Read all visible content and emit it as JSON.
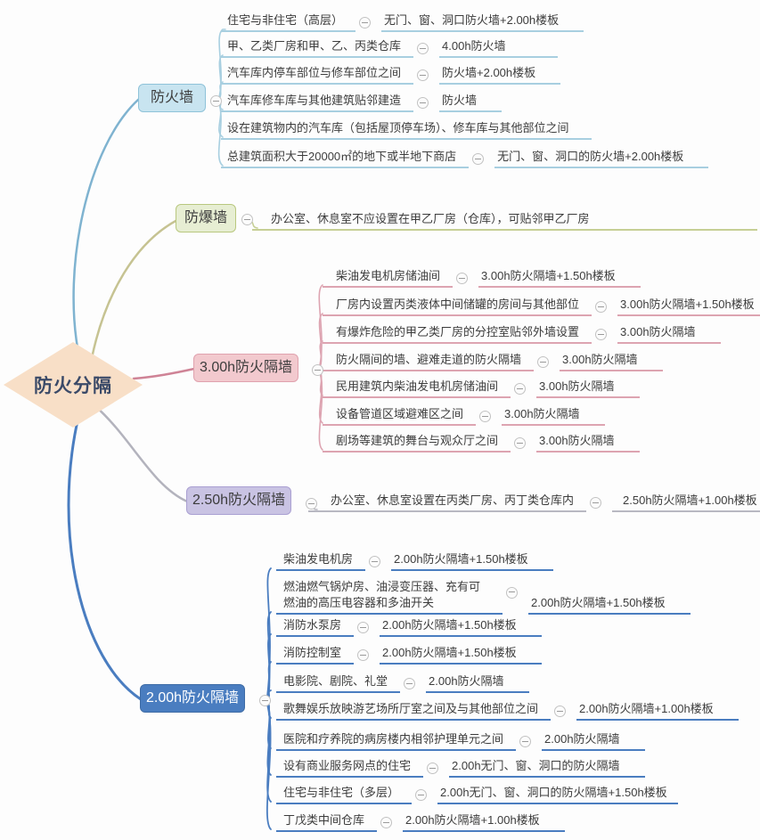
{
  "root": {
    "label": "防火分隔"
  },
  "palette": {
    "root_fill": "#f8dfc7",
    "root_text": "#3b4a68",
    "branch1_line": "#7fb3d0",
    "branch1_fill": "#c8e4f0",
    "branch2_line": "#c6c392",
    "branch2_fill": "#e7eed3",
    "branch3_line": "#cf8396",
    "branch3_fill": "#f2c9ce",
    "branch4_line": "#b3b3bd",
    "branch4_fill": "#c9c3e3",
    "branch5_line": "#4a7dc0",
    "branch5_fill": "#4a7dc0"
  },
  "branches": [
    {
      "label": "防火墙",
      "children": [
        {
          "label": "住宅与非住宅（高层）",
          "value": "无门、窗、洞口防火墙+2.00h楼板"
        },
        {
          "label": "甲、乙类厂房和甲、乙、丙类仓库",
          "value": "4.00h防火墙"
        },
        {
          "label": "汽车库内停车部位与修车部位之间",
          "value": "防火墙+2.00h楼板"
        },
        {
          "label": "汽车库修车库与其他建筑贴邻建造",
          "value": "防火墙"
        },
        {
          "label": "设在建筑物内的汽车库（包括屋顶停车场）、修车库与其他部位之间"
        },
        {
          "label": "总建筑面积大于20000㎡的地下或半地下商店",
          "value": "无门、窗、洞口的防火墙+2.00h楼板"
        }
      ]
    },
    {
      "label": "防爆墙",
      "children": [
        {
          "label": "办公室、休息室不应设置在甲乙厂房（仓库），可贴邻甲乙厂房"
        }
      ]
    },
    {
      "label": "3.00h防火隔墙",
      "children": [
        {
          "label": "柴油发电机房储油间",
          "value": "3.00h防火隔墙+1.50h楼板"
        },
        {
          "label": "厂房内设置丙类液体中间储罐的房间与其他部位",
          "value": "3.00h防火隔墙+1.50h楼板"
        },
        {
          "label": "有爆炸危险的甲乙类厂房的分控室贴邻外墙设置",
          "value": "3.00h防火隔墙"
        },
        {
          "label": "防火隔间的墙、避难走道的防火隔墙",
          "value": "3.00h防火隔墙"
        },
        {
          "label": "民用建筑内柴油发电机房储油间",
          "value": "3.00h防火隔墙"
        },
        {
          "label": "设备管道区域避难区之间",
          "value": "3.00h防火隔墙"
        },
        {
          "label": "剧场等建筑的舞台与观众厅之间",
          "value": "3.00h防火隔墙"
        }
      ]
    },
    {
      "label": "2.50h防火隔墙",
      "children": [
        {
          "label": "办公室、休息室设置在丙类厂房、丙丁类仓库内",
          "value": "2.50h防火隔墙+1.00h楼板"
        }
      ]
    },
    {
      "label": "2.00h防火隔墙",
      "children": [
        {
          "label": "柴油发电机房",
          "value": "2.00h防火隔墙+1.50h楼板"
        },
        {
          "label_line1": "燃油燃气锅炉房、油浸变压器、充有可",
          "label_line2": "燃油的高压电容器和多油开关",
          "value": "2.00h防火隔墙+1.50h楼板"
        },
        {
          "label": "消防水泵房",
          "value": "2.00h防火隔墙+1.50h楼板"
        },
        {
          "label": "消防控制室",
          "value": "2.00h防火隔墙+1.50h楼板"
        },
        {
          "label": "电影院、剧院、礼堂",
          "value": "2.00h防火隔墙"
        },
        {
          "label": "歌舞娱乐放映游艺场所厅室之间及与其他部位之间",
          "value": "2.00h防火隔墙+1.00h楼板"
        },
        {
          "label": "医院和疗养院的病房楼内相邻护理单元之间",
          "value": "2.00h防火隔墙"
        },
        {
          "label": "设有商业服务网点的住宅",
          "value": "2.00h无门、窗、洞口的防火隔墙"
        },
        {
          "label": "住宅与非住宅（多层）",
          "value": "2.00h无门、窗、洞口的防火隔墙+1.50h楼板"
        },
        {
          "label": "丁戊类中间仓库",
          "value": "2.00h防火隔墙+1.00h楼板"
        }
      ]
    }
  ]
}
